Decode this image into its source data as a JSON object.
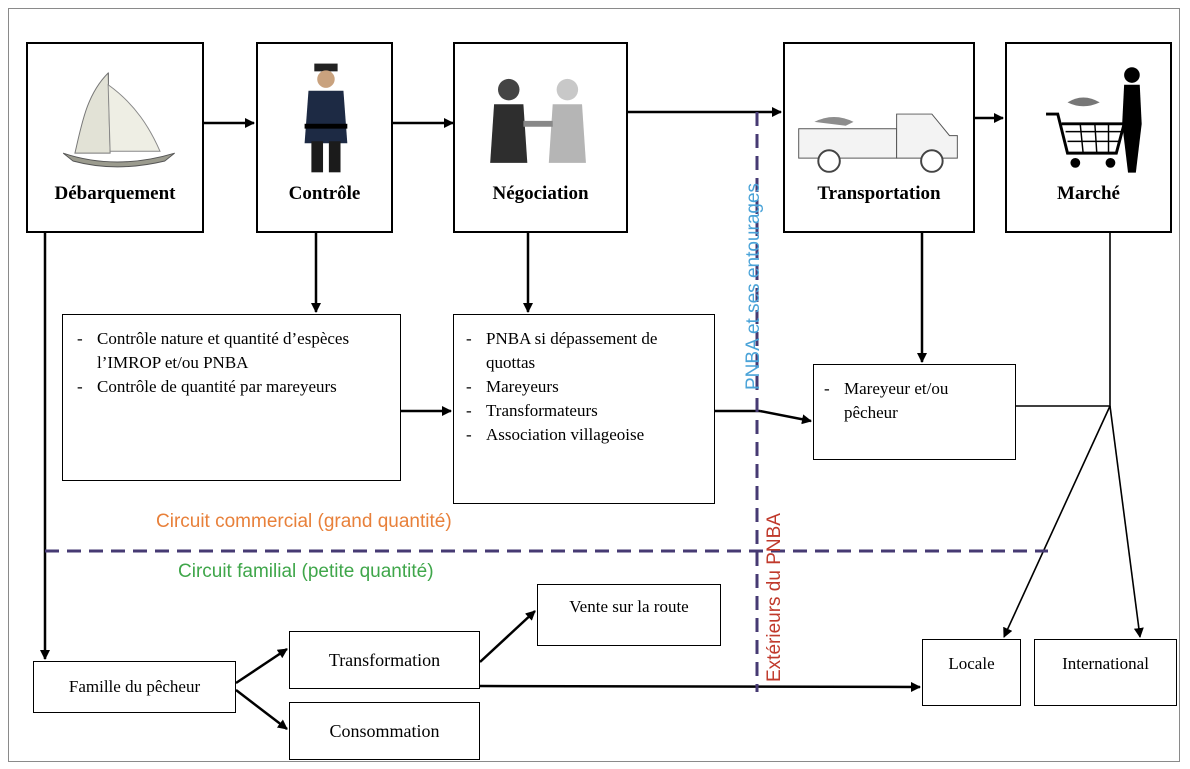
{
  "stages": {
    "debarquement": "Débarquement",
    "controle": "Contrôle",
    "negociation": "Négociation",
    "transportation": "Transportation",
    "marche": "Marché"
  },
  "details": {
    "controle": [
      "Contrôle nature et quantité d’espèces  l’IMROP et/ou PNBA",
      "Contrôle de  quantité  par mareyeurs"
    ],
    "negociation": [
      "PNBA si dépassement de quottas",
      "Mareyeurs",
      "Transformateurs",
      "Association villageoise"
    ],
    "transport": [
      "Mareyeur et/ou pêcheur"
    ]
  },
  "nodes": {
    "famille": "Famille du pêcheur",
    "transformation": "Transformation",
    "consommation": "Consommation",
    "vente": "Vente sur la route",
    "locale": "Locale",
    "international": "International"
  },
  "labels": {
    "commercial": "Circuit commercial (grand quantité)",
    "familial": "Circuit familial (petite quantité)",
    "pnba_inside": "PNBA et ses entourages",
    "pnba_outside": "Extérieurs du PNBA"
  },
  "colors": {
    "commercial": "#e8803a",
    "familial": "#3fa64a",
    "pnba_inside": "#4aa3d8",
    "pnba_outside": "#c0392b",
    "dashed_line": "#463a73"
  }
}
